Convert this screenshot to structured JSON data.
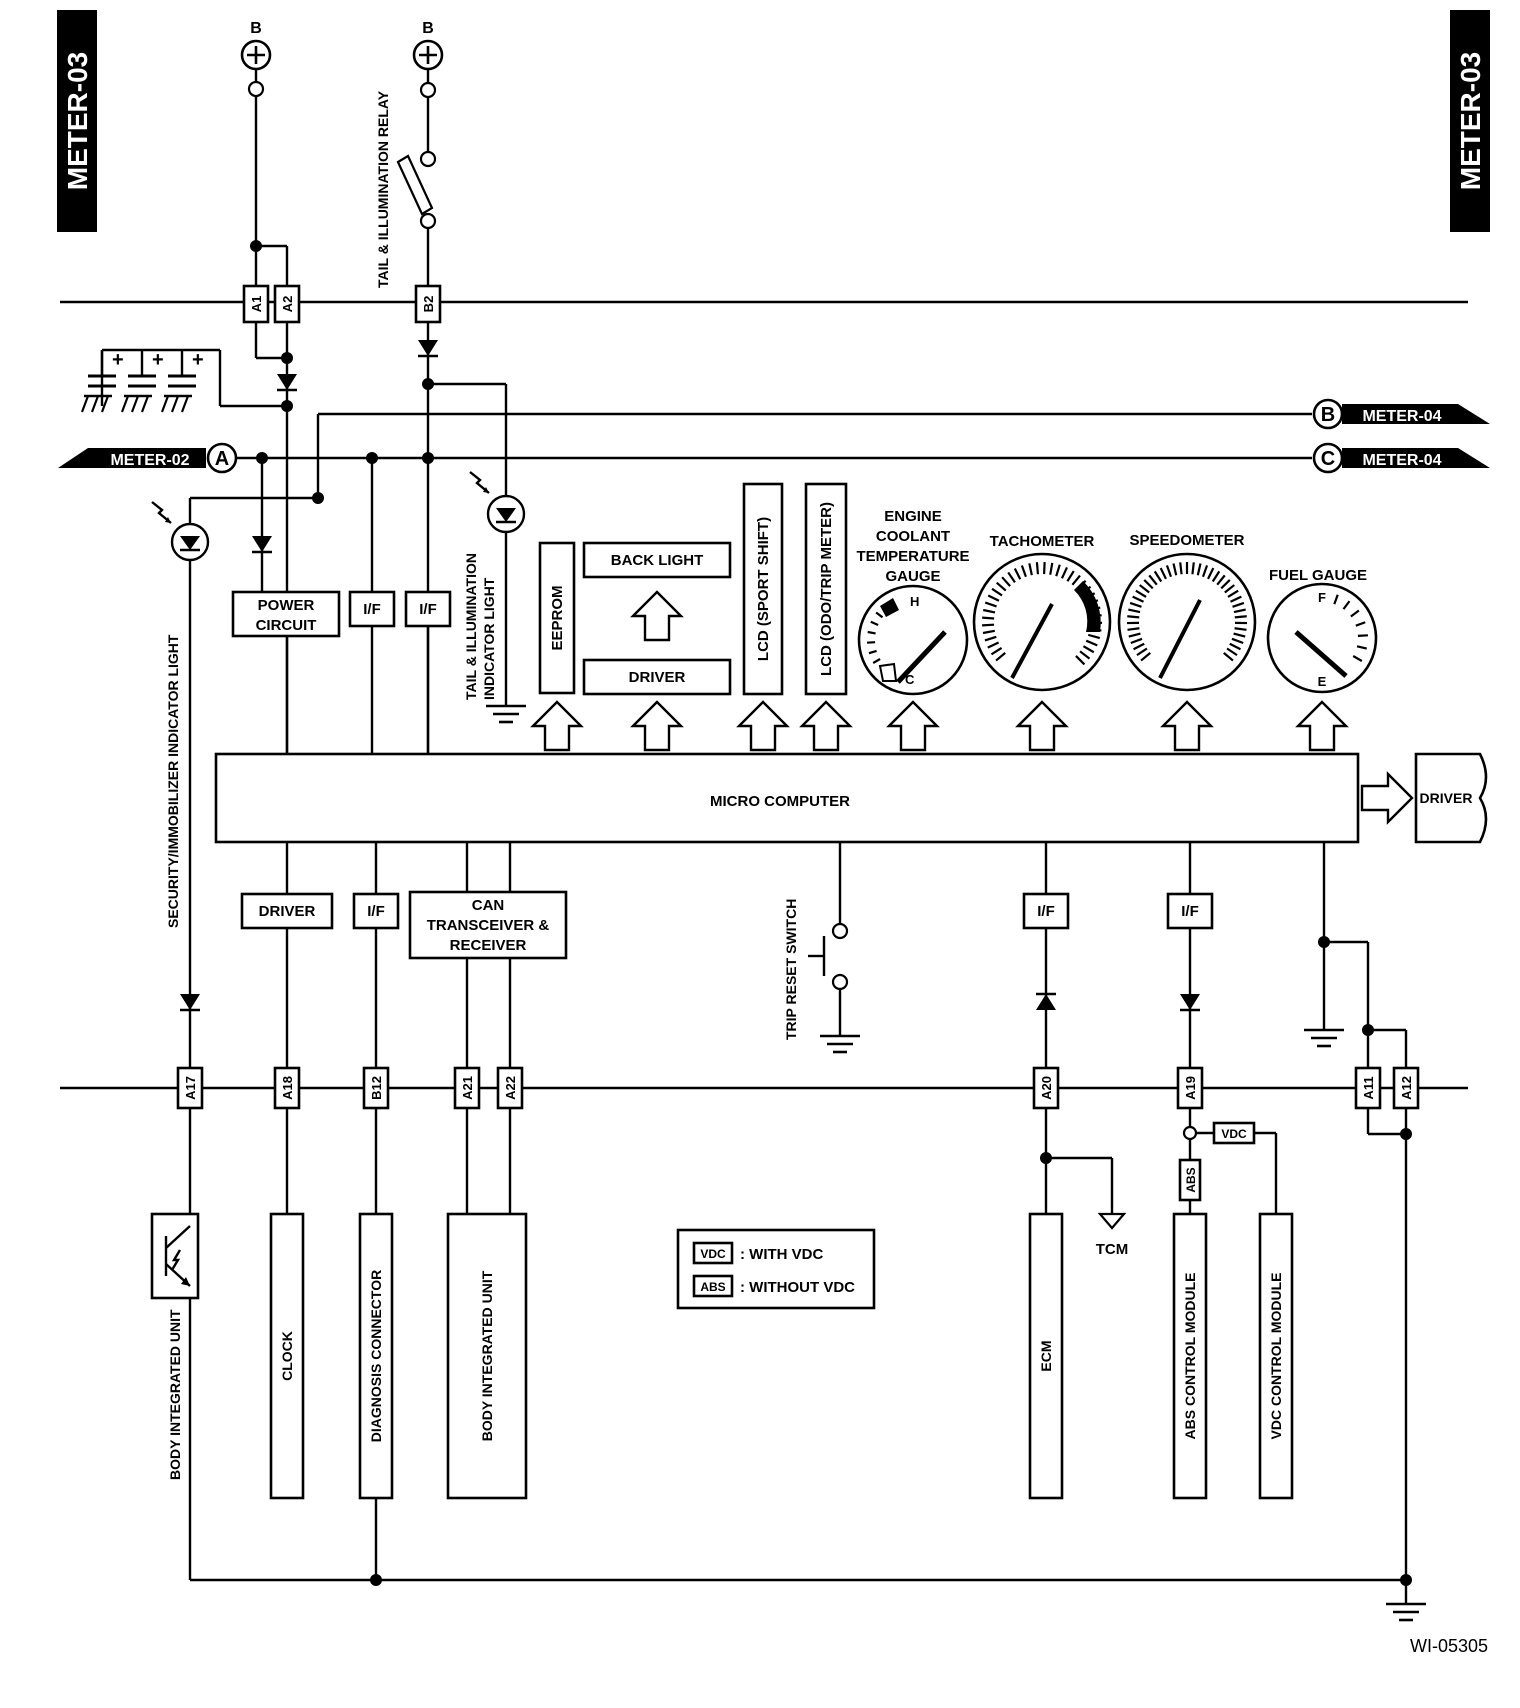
{
  "page_tags": {
    "left": "METER-03",
    "right": "METER-03"
  },
  "supply_labels": {
    "b1": "B",
    "b2": "B"
  },
  "relay_label": "TAIL & ILLUMINATION RELAY",
  "connectors": {
    "a1": "A1",
    "a2": "A2",
    "b2": "B2",
    "a17": "A17",
    "a18": "A18",
    "b12": "B12",
    "a21": "A21",
    "a22": "A22",
    "a20": "A20",
    "a19": "A19",
    "a11": "A11",
    "a12": "A12"
  },
  "offpage": {
    "b_letter": "B",
    "b_ref": "METER-04",
    "c_letter": "C",
    "c_ref": "METER-04",
    "a_letter": "A",
    "a_ref": "METER-02"
  },
  "blocks": {
    "power_circuit": [
      "POWER",
      "CIRCUIT"
    ],
    "if": "I/F",
    "eeprom": "EEPROM",
    "back_light": "BACK LIGHT",
    "driver": "DRIVER",
    "lcd_sport": "LCD (SPORT SHIFT)",
    "lcd_odo": "LCD (ODO/TRIP METER)",
    "micro_computer": "MICRO COMPUTER",
    "can": [
      "CAN",
      "TRANSCEIVER &",
      "RECEIVER"
    ],
    "driver_out": "DRIVER"
  },
  "gauges": {
    "coolant": [
      "ENGINE",
      "COOLANT",
      "TEMPERATURE",
      "GAUGE"
    ],
    "coolant_h": "H",
    "coolant_c": "C",
    "tacho": "TACHOMETER",
    "speedo": "SPEEDOMETER",
    "fuel": "FUEL GAUGE",
    "fuel_f": "F",
    "fuel_e": "E"
  },
  "lights": {
    "security": "SECURITY/IMMOBILIZER INDICATOR LIGHT",
    "tail": [
      "TAIL & ILLUMINATION",
      "INDICATOR LIGHT"
    ]
  },
  "switch_label": "TRIP RESET SWITCH",
  "units": {
    "body1": "BODY INTEGRATED UNIT",
    "clock": "CLOCK",
    "diag": "DIAGNOSIS CONNECTOR",
    "body2": "BODY INTEGRATED UNIT",
    "ecm": "ECM",
    "abs": "ABS CONTROL MODULE",
    "vdc": "VDC CONTROL MODULE"
  },
  "tcm": "TCM",
  "branch_tags": {
    "vdc": "VDC",
    "abs": "ABS"
  },
  "legend": {
    "vdc_tag": "VDC",
    "vdc_text": ": WITH VDC",
    "abs_tag": "ABS",
    "abs_text": ": WITHOUT VDC"
  },
  "figure_id": "WI-05305"
}
